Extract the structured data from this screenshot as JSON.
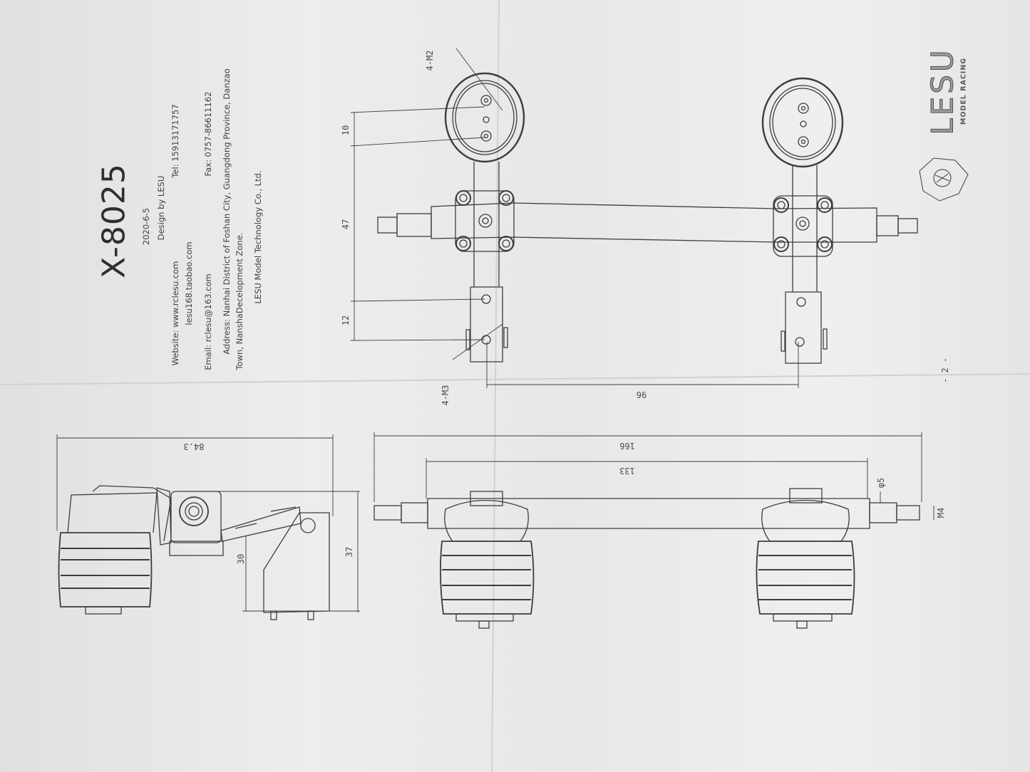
{
  "header": {
    "model": "X-8025",
    "date": "2020-6-5",
    "designer": "Design by LESU"
  },
  "contact": {
    "website_label": "Website:",
    "website_1": "www.rclesu.com",
    "website_2": "lesu168.taobao.com",
    "tel": "Tel:  15913171757",
    "email": "Email:  rclesu@163.com",
    "fax": "Fax:  0757-86611162",
    "address_1": "Address: Nanhai District of Foshan City,  Guangdong Province,  Danzao",
    "address_2": "Town,  NanshaDecelopment Zone.",
    "company": "LESU Model Technology Co., Ltd."
  },
  "logo": {
    "brand": "LESU",
    "tagline": "MODEL RACING"
  },
  "dimensions": {
    "top_view": {
      "screw_callout": "4-M2",
      "d10": "10",
      "d47": "47",
      "d12": "12",
      "bolt_callout": "4-M3",
      "d96": "96"
    },
    "side_view": {
      "d84_3": "84.3",
      "d30": "30",
      "d37": "37"
    },
    "front_view": {
      "d166": "166",
      "d133": "133",
      "phi5": "φ5",
      "m4": "M4"
    }
  },
  "page_number": "- 2 -",
  "colors": {
    "paper": "#e9eaea",
    "ink": "#3a3c3e"
  }
}
